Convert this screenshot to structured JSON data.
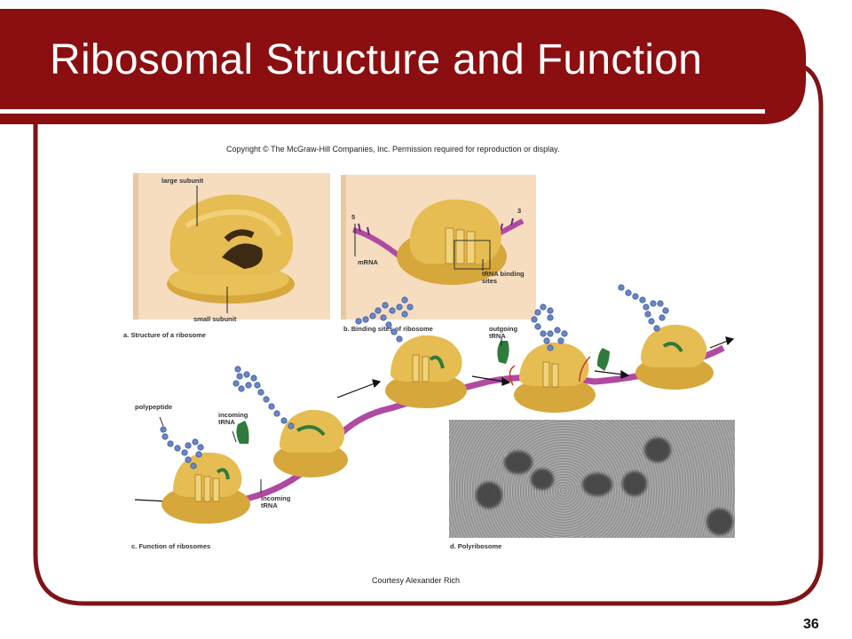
{
  "slide": {
    "title": "Ribosomal Structure and Function",
    "copyright": "Copyright © The McGraw-Hill Companies, Inc. Permission required for reproduction or display.",
    "courtesy": "Courtesy Alexander Rich",
    "page_number": "36"
  },
  "colors": {
    "banner": "#8b0e10",
    "frame": "#7e1416",
    "ribosome": "#e3b94f",
    "mrna": "#b04aa0",
    "trna": "#2f7a3c",
    "polypeptide": "#6a86c4"
  },
  "figure": {
    "panel_a": {
      "large_subunit": "large subunit",
      "small_subunit": "small subunit",
      "caption": "a. Structure of a ribosome"
    },
    "panel_b": {
      "five_prime": "5",
      "three_prime": "3",
      "mrna": "mRNA",
      "trna_sites": "tRNA binding\nsites",
      "caption": "b. Binding sites of ribosome"
    },
    "panel_c": {
      "polypeptide": "polypeptide",
      "incoming_trna_top": "incoming\ntRNA",
      "incoming_trna_bottom": "incoming\ntRNA",
      "outgoing_trna": "outgoing\ntRNA",
      "caption": "c. Function of ribosomes"
    },
    "panel_d": {
      "caption": "d. Polyribosome"
    }
  }
}
